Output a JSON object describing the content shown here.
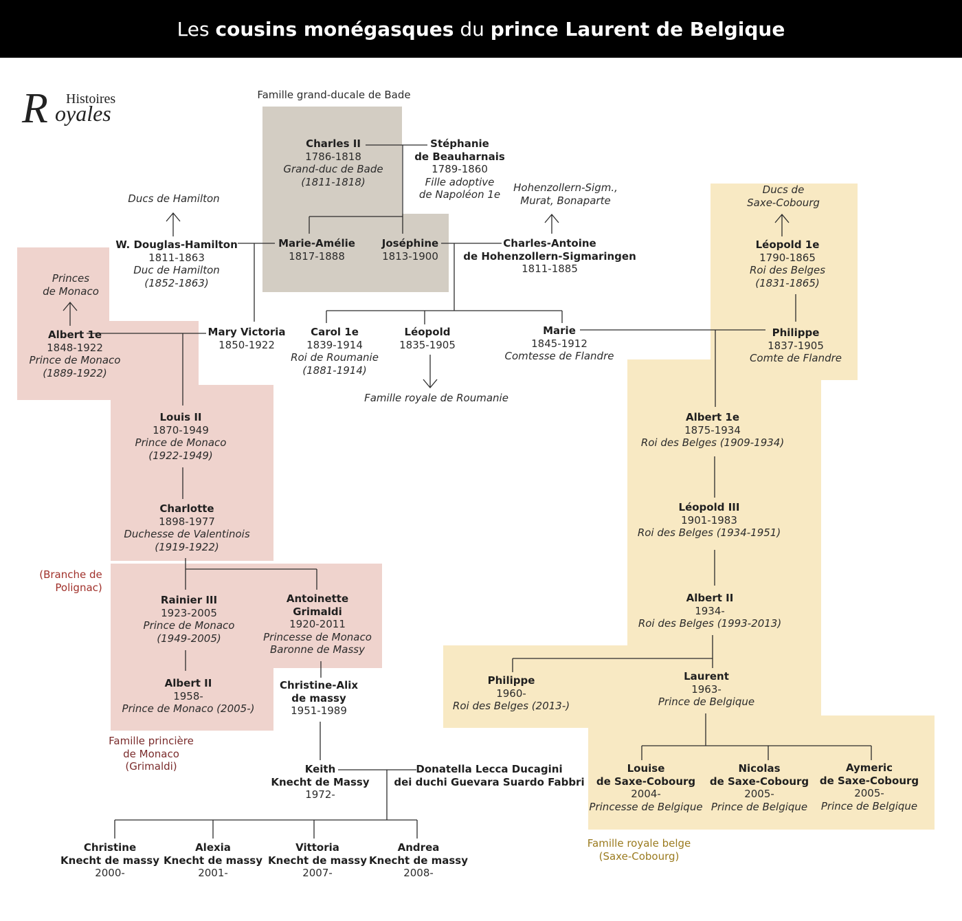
{
  "header": {
    "title_prefix": "Les ",
    "title_bold1": "cousins monégasques",
    "title_mid": " du ",
    "title_bold2": "prince Laurent de Belgique"
  },
  "logo": {
    "line1": "Histoires",
    "line2": "Royales"
  },
  "colors": {
    "pink": "#efd3cd",
    "gold": "#f8e9c3",
    "grey": "#d3cdc3",
    "monaco_label": "#7a2b2b",
    "belgian_label": "#9a7a1e",
    "polignac_label": "#a0302a"
  },
  "labels": {
    "bade": "Famille grand-ducale de Bade",
    "hamilton": "Ducs de Hamilton",
    "hohenzollern1": "Hohenzollern-Sigm.,",
    "hohenzollern2": "Murat, Bonaparte",
    "saxe1": "Ducs de",
    "saxe2": "Saxe-Cobourg",
    "princes1": "Princes",
    "princes2": "de Monaco",
    "roumanie": "Famille royale de Roumanie",
    "polignac1": "(Branche de",
    "polignac2": "Polignac)",
    "monaco1": "Famille princière",
    "monaco2": "de Monaco",
    "monaco3": "(Grimaldi)",
    "belge1": "Famille royale belge",
    "belge2": "(Saxe-Cobourg)"
  },
  "people": {
    "charles2": {
      "name": "Charles II",
      "dates": "1786-1818",
      "role1": "Grand-duc de Bade",
      "role2": "(1811-1818)"
    },
    "stephanie": {
      "name1": "Stéphanie",
      "name2": "de Beauharnais",
      "dates": "1789-1860",
      "role1": "Fille adoptive",
      "role2": "de Napoléon 1e"
    },
    "douglas": {
      "name": "W. Douglas-Hamilton",
      "dates": "1811-1863",
      "role1": "Duc de Hamilton",
      "role2": "(1852-1863)"
    },
    "marie_amelie": {
      "name": "Marie-Amélie",
      "dates": "1817-1888"
    },
    "josephine": {
      "name": "Joséphine",
      "dates": "1813-1900"
    },
    "charles_antoine": {
      "name1": "Charles-Antoine",
      "name2": "de Hohenzollern-Sigmaringen",
      "dates": "1811-1885"
    },
    "leopold1": {
      "name": "Léopold 1e",
      "dates": "1790-1865",
      "role1": "Roi des Belges",
      "role2": "(1831-1865)"
    },
    "albert1_monaco": {
      "name": "Albert 1e",
      "dates": "1848-1922",
      "role1": "Prince de Monaco",
      "role2": "(1889-1922)"
    },
    "mary_victoria": {
      "name": "Mary Victoria",
      "dates": "1850-1922"
    },
    "carol1": {
      "name": "Carol 1e",
      "dates": "1839-1914",
      "role1": "Roi de Roumanie",
      "role2": "(1881-1914)"
    },
    "leopold_h": {
      "name": "Léopold",
      "dates": "1835-1905"
    },
    "marie": {
      "name": "Marie",
      "dates": "1845-1912",
      "role1": "Comtesse de Flandre"
    },
    "philippe_flandre": {
      "name": "Philippe",
      "dates": "1837-1905",
      "role1": "Comte de Flandre"
    },
    "louis2": {
      "name": "Louis II",
      "dates": "1870-1949",
      "role1": "Prince de Monaco",
      "role2": "(1922-1949)"
    },
    "albert1_belg": {
      "name": "Albert 1e",
      "dates": "1875-1934",
      "role1": "Roi des Belges (1909-1934)"
    },
    "charlotte": {
      "name": "Charlotte",
      "dates": "1898-1977",
      "role1": "Duchesse de Valentinois",
      "role2": "(1919-1922)"
    },
    "leopold3": {
      "name": "Léopold III",
      "dates": "1901-1983",
      "role1": "Roi des Belges (1934-1951)"
    },
    "rainier3": {
      "name": "Rainier III",
      "dates": "1923-2005",
      "role1": "Prince de Monaco",
      "role2": "(1949-2005)"
    },
    "antoinette": {
      "name1": "Antoinette",
      "name2": "Grimaldi",
      "dates": "1920-2011",
      "role1": "Princesse de Monaco",
      "role2": "Baronne de Massy"
    },
    "albert2_belg": {
      "name": "Albert II",
      "dates": "1934-",
      "role1": "Roi des Belges (1993-2013)"
    },
    "albert2_monaco": {
      "name": "Albert II",
      "dates": "1958-",
      "role1": "Prince de Monaco (2005-)"
    },
    "christine_alix": {
      "name1": "Christine-Alix",
      "name2": "de massy",
      "dates": "1951-1989"
    },
    "philippe_roi": {
      "name": "Philippe",
      "dates": "1960-",
      "role1": "Roi des Belges (2013-)"
    },
    "laurent": {
      "name": "Laurent",
      "dates": "1963-",
      "role1": "Prince de Belgique"
    },
    "keith": {
      "name1": "Keith",
      "name2": "Knecht de Massy",
      "dates": "1972-"
    },
    "donatella": {
      "name1": "Donatella Lecca Ducagini",
      "name2": "dei duchi Guevara Suardo Fabbri"
    },
    "louise": {
      "name1": "Louise",
      "name2": "de Saxe-Cobourg",
      "dates": "2004-",
      "role1": "Princesse de Belgique"
    },
    "nicolas": {
      "name1": "Nicolas",
      "name2": "de Saxe-Cobourg",
      "dates": "2005-",
      "role1": "Prince de Belgique"
    },
    "aymeric": {
      "name1": "Aymeric",
      "name2": "de Saxe-Cobourg",
      "dates": "2005-",
      "role1": "Prince de Belgique"
    },
    "christine": {
      "name1": "Christine",
      "name2": "Knecht de massy",
      "dates": "2000-"
    },
    "alexia": {
      "name1": "Alexia",
      "name2": "Knecht de massy",
      "dates": "2001-"
    },
    "vittoria": {
      "name1": "Vittoria",
      "name2": "Knecht de massy",
      "dates": "2007-"
    },
    "andrea": {
      "name1": "Andrea",
      "name2": "Knecht de massy",
      "dates": "2008-"
    }
  }
}
